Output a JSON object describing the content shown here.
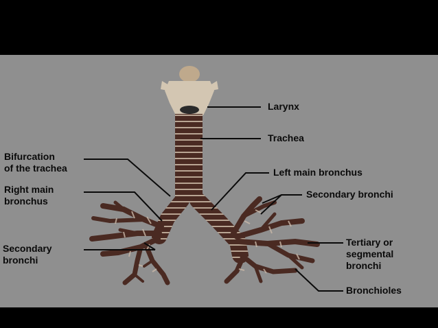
{
  "labels": {
    "larynx": "Larynx",
    "trachea": "Trachea",
    "bifurcation": "Bifurcation\nof the trachea",
    "right_main": "Right main\nbronchus",
    "left_main": "Left main bronchus",
    "secondary_right": "Secondary bronchi",
    "secondary_left": "Secondary\nbronchi",
    "tertiary": "Tertiary or\nsegmental\nbronchi",
    "bronchioles": "Bronchioles"
  },
  "colors": {
    "background_band": "#000000",
    "panel": "#8f8f8f",
    "airway": "#4a2a22",
    "airway_stripe": "#c9b8a8",
    "cartilage": "#cfc3ad",
    "leader": "#0a0a0a"
  }
}
